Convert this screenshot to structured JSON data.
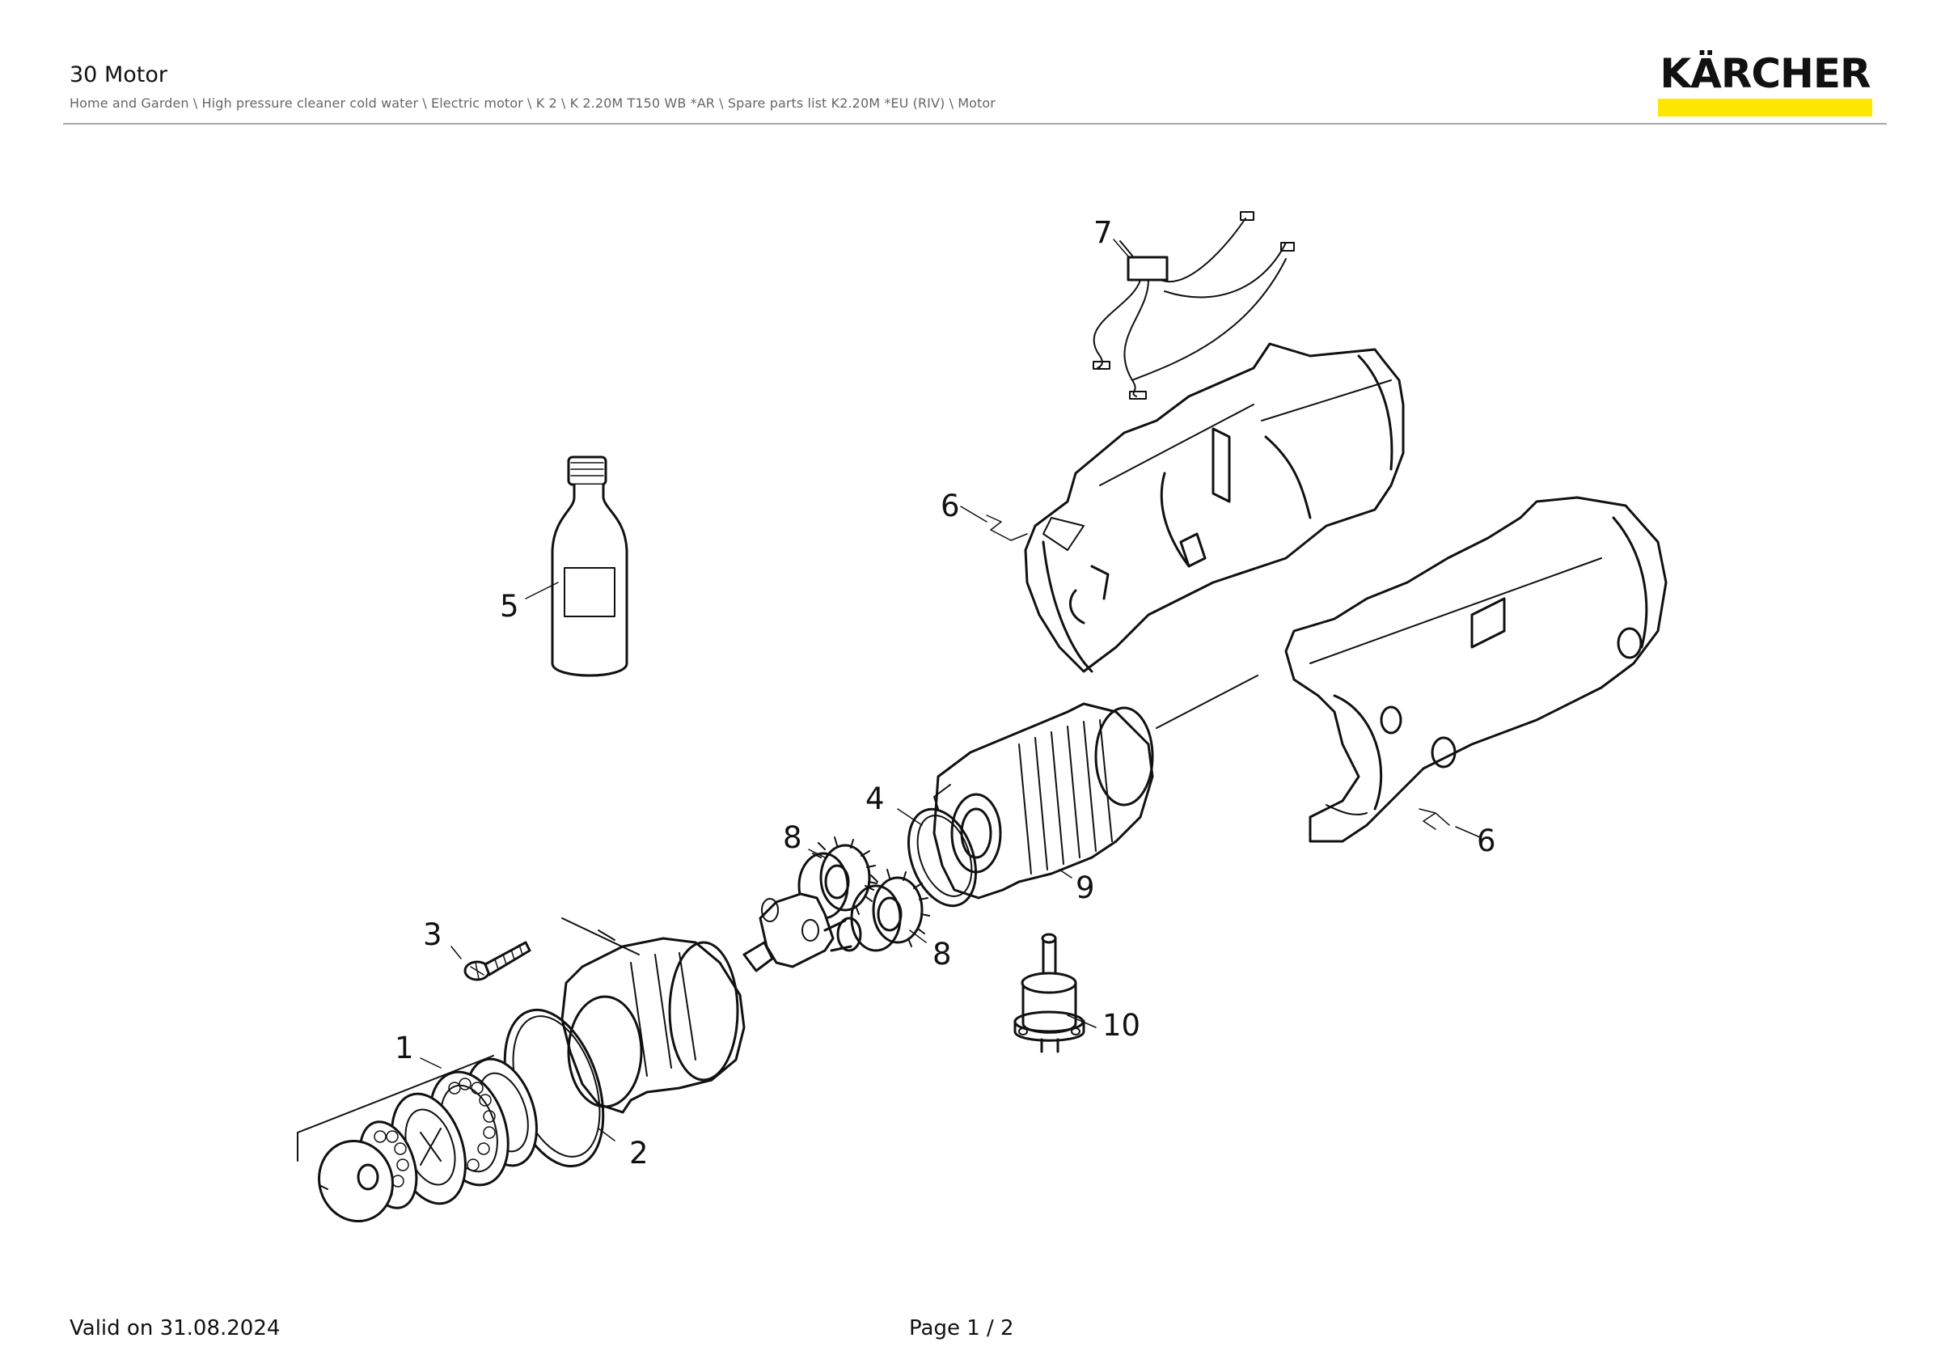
{
  "header": {
    "title": "30 Motor",
    "breadcrumb": "Home and Garden \\ High pressure cleaner cold water \\ Electric motor \\ K 2 \\ K 2.20M T150 WB *AR \\ Spare parts list K2.20M *EU (RIV) \\ Motor"
  },
  "logo": {
    "text": "KÄRCHER",
    "bar_color": "#ffe600"
  },
  "diagram": {
    "callouts": {
      "c1": "1",
      "c2": "2",
      "c3": "3",
      "c4": "4",
      "c5": "5",
      "c6a": "6",
      "c6b": "6",
      "c7": "7",
      "c8a": "8",
      "c8b": "8",
      "c9": "9",
      "c10": "10"
    }
  },
  "footer": {
    "valid": "Valid on 31.08.2024",
    "page": "Page 1 / 2"
  }
}
